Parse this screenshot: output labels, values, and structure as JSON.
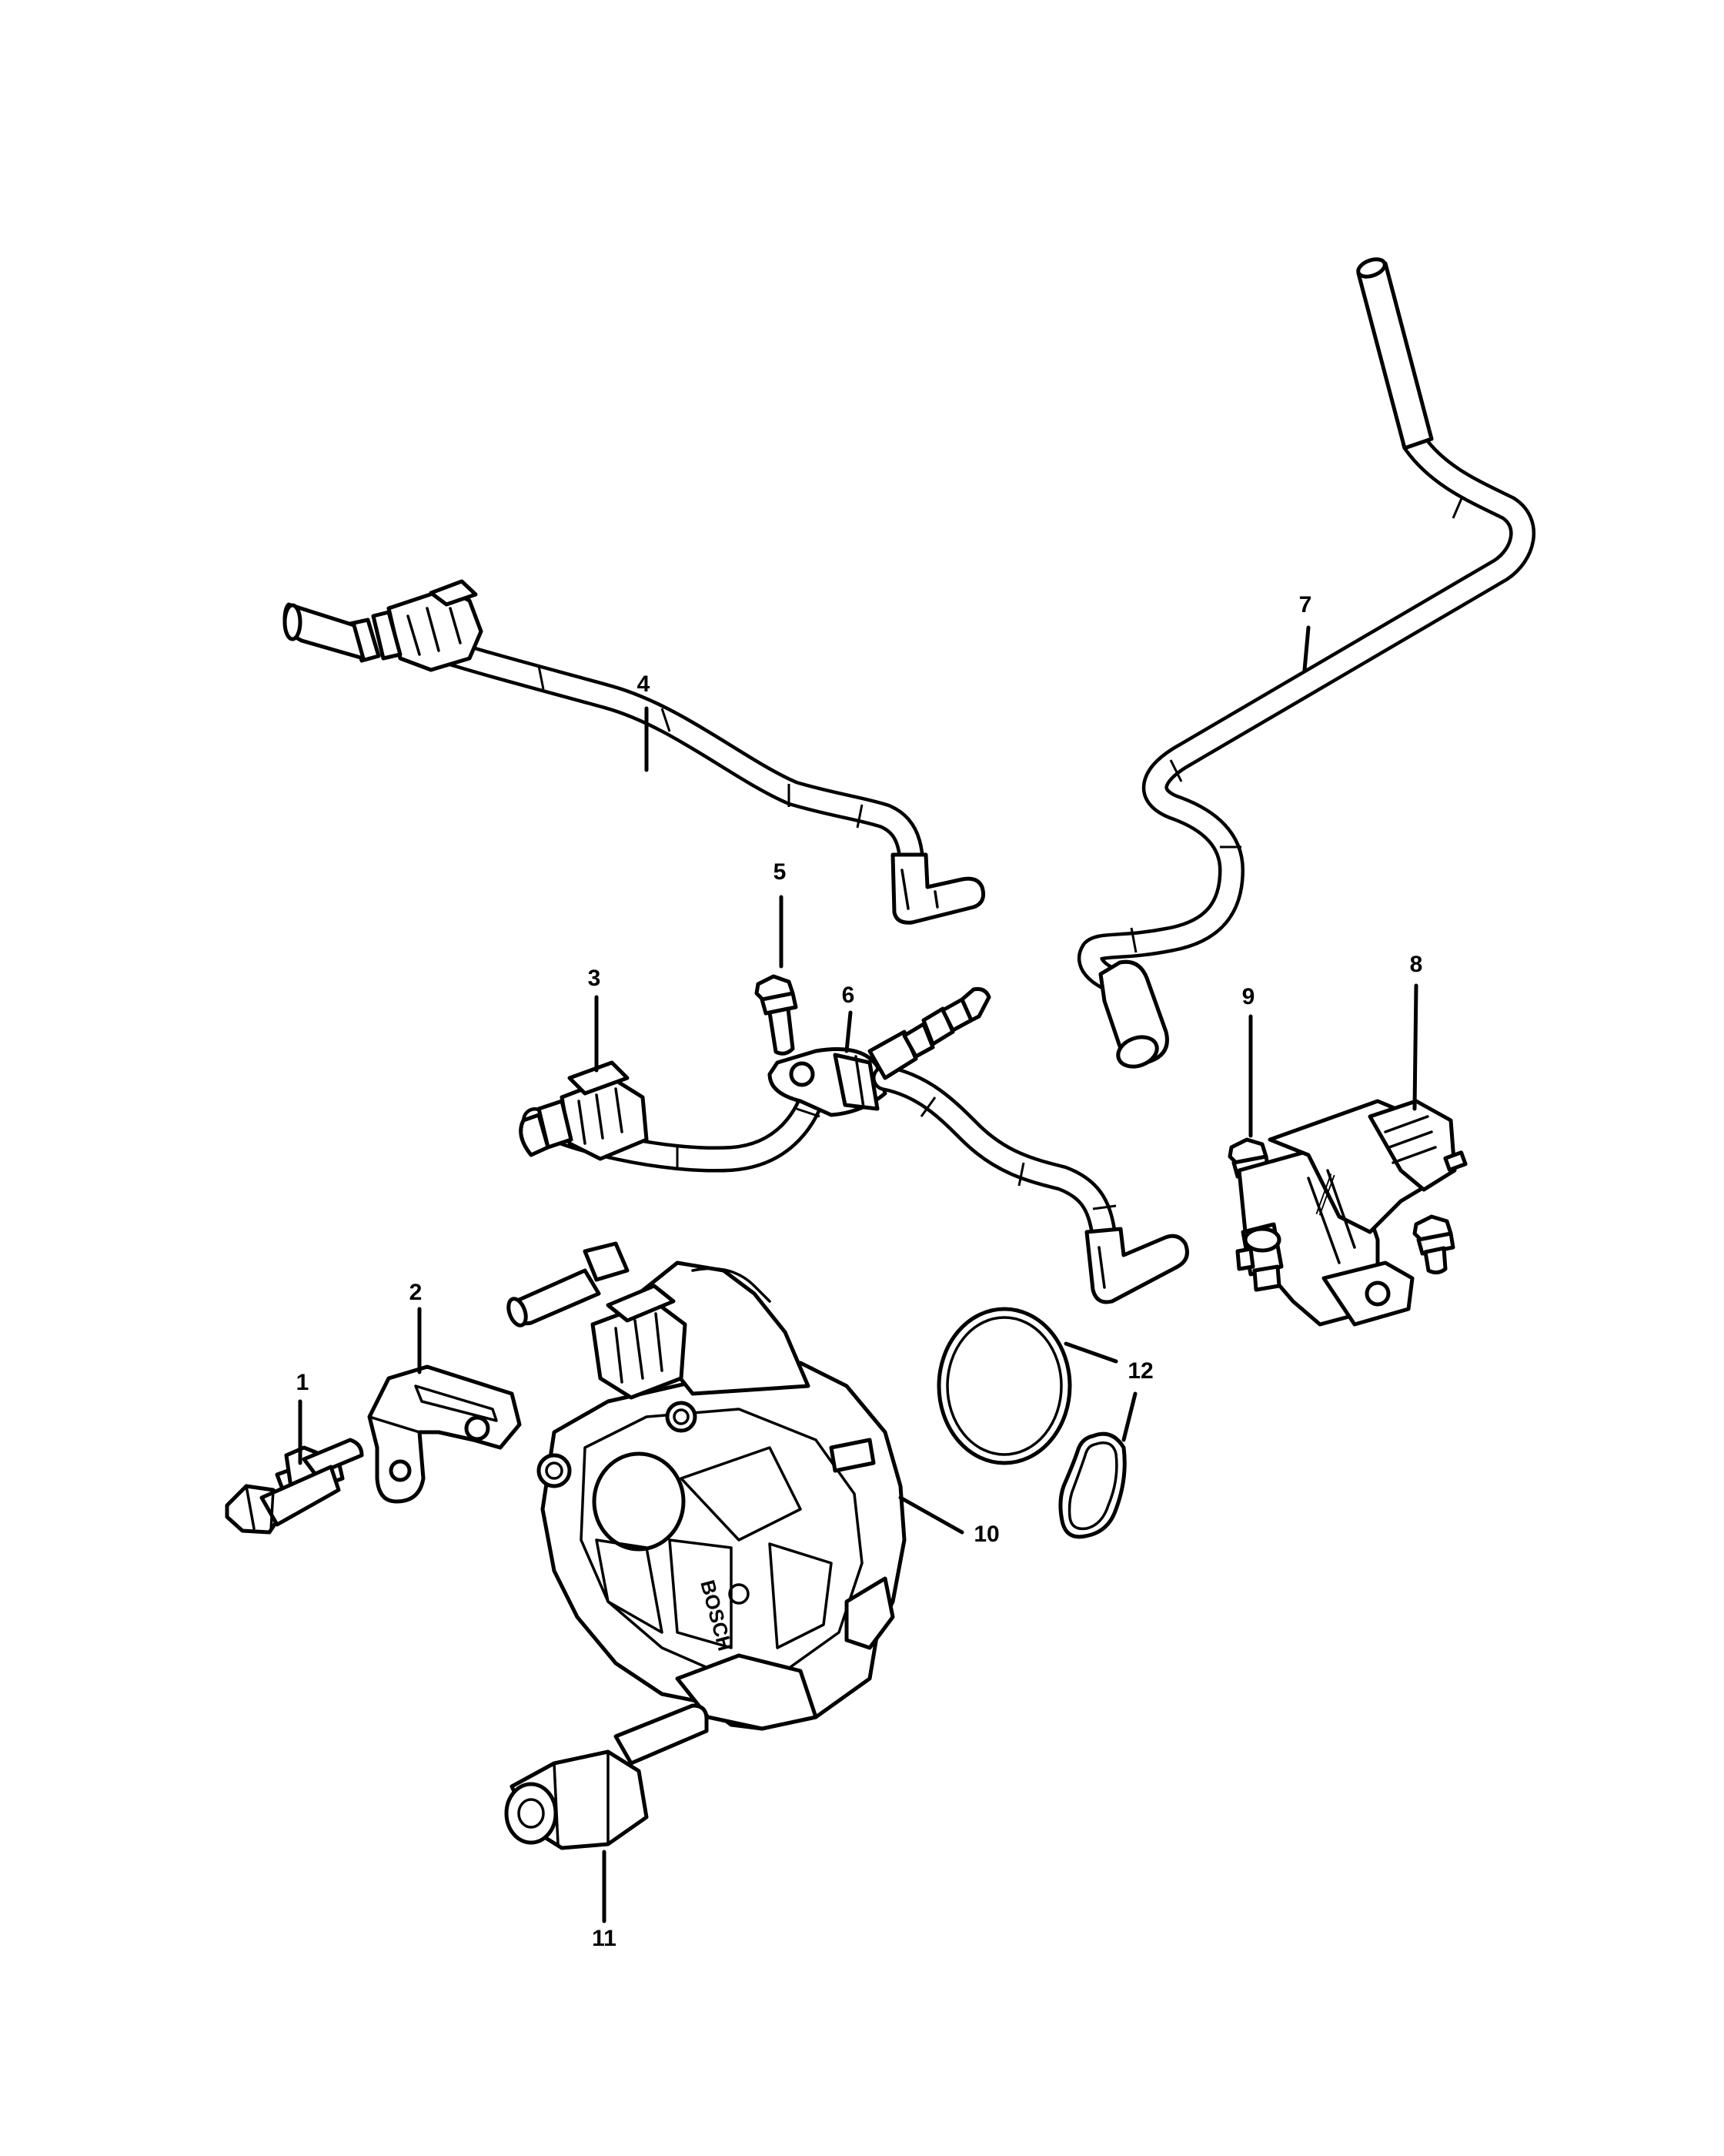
{
  "callouts": {
    "c1": "1",
    "c2": "2",
    "c3": "3",
    "c4": "4",
    "c5": "5",
    "c6": "6",
    "c7": "7",
    "c8": "8",
    "c9": "9",
    "c10": "10",
    "c11": "11",
    "c12": "12"
  },
  "pump_brand": "BOSCH"
}
